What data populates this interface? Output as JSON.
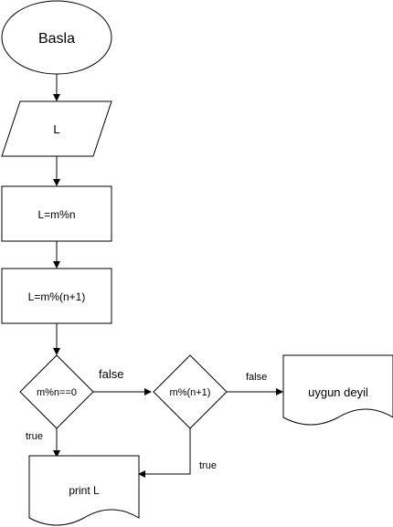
{
  "diagram": {
    "start": {
      "label": "Basla"
    },
    "input": {
      "label": "L"
    },
    "process1": {
      "label": "L=m%n"
    },
    "process2": {
      "label": "L=m%(n+1)"
    },
    "decision1": {
      "label": "m%n==0"
    },
    "decision2": {
      "label": "m%(n+1)"
    },
    "output_print": {
      "label": "print  L"
    },
    "output_invalid": {
      "label": "uygun deyil"
    },
    "edge_labels": {
      "d1_false": "false",
      "d1_true": "true",
      "d2_false": "false",
      "d2_true": "true"
    }
  }
}
